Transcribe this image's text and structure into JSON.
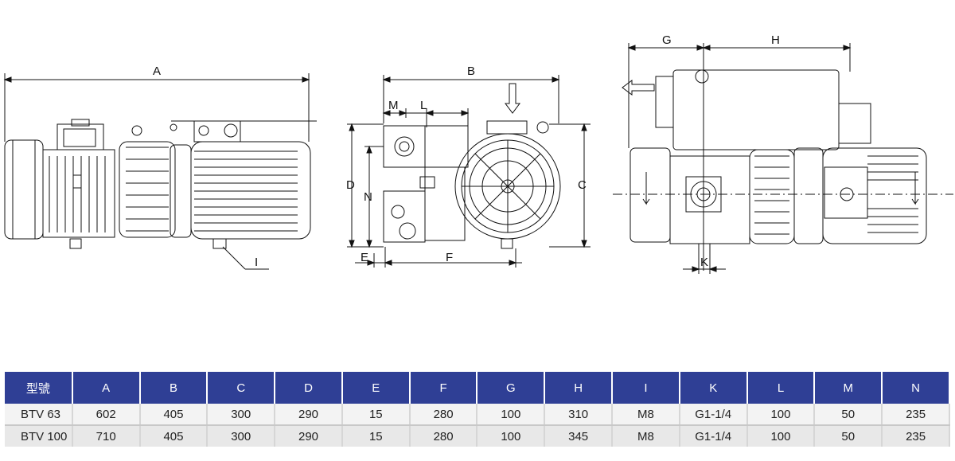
{
  "drawing_labels": {
    "A": "A",
    "B": "B",
    "C": "C",
    "D": "D",
    "E": "E",
    "F": "F",
    "G": "G",
    "H": "H",
    "I": "I",
    "K": "K",
    "L": "L",
    "M": "M",
    "N": "N"
  },
  "table": {
    "header": [
      "型號",
      "A",
      "B",
      "C",
      "D",
      "E",
      "F",
      "G",
      "H",
      "I",
      "K",
      "L",
      "M",
      "N"
    ],
    "rows": [
      [
        "BTV  63",
        "602",
        "405",
        "300",
        "290",
        "15",
        "280",
        "100",
        "310",
        "M8",
        "G1-1/4",
        "100",
        "50",
        "235"
      ],
      [
        "BTV  100",
        "710",
        "405",
        "300",
        "290",
        "15",
        "280",
        "100",
        "345",
        "M8",
        "G1-1/4",
        "100",
        "50",
        "235"
      ]
    ]
  },
  "colors": {
    "header_bg": "#2f3f95",
    "header_text": "#ffffff",
    "row_bg": "#eeeeee"
  }
}
